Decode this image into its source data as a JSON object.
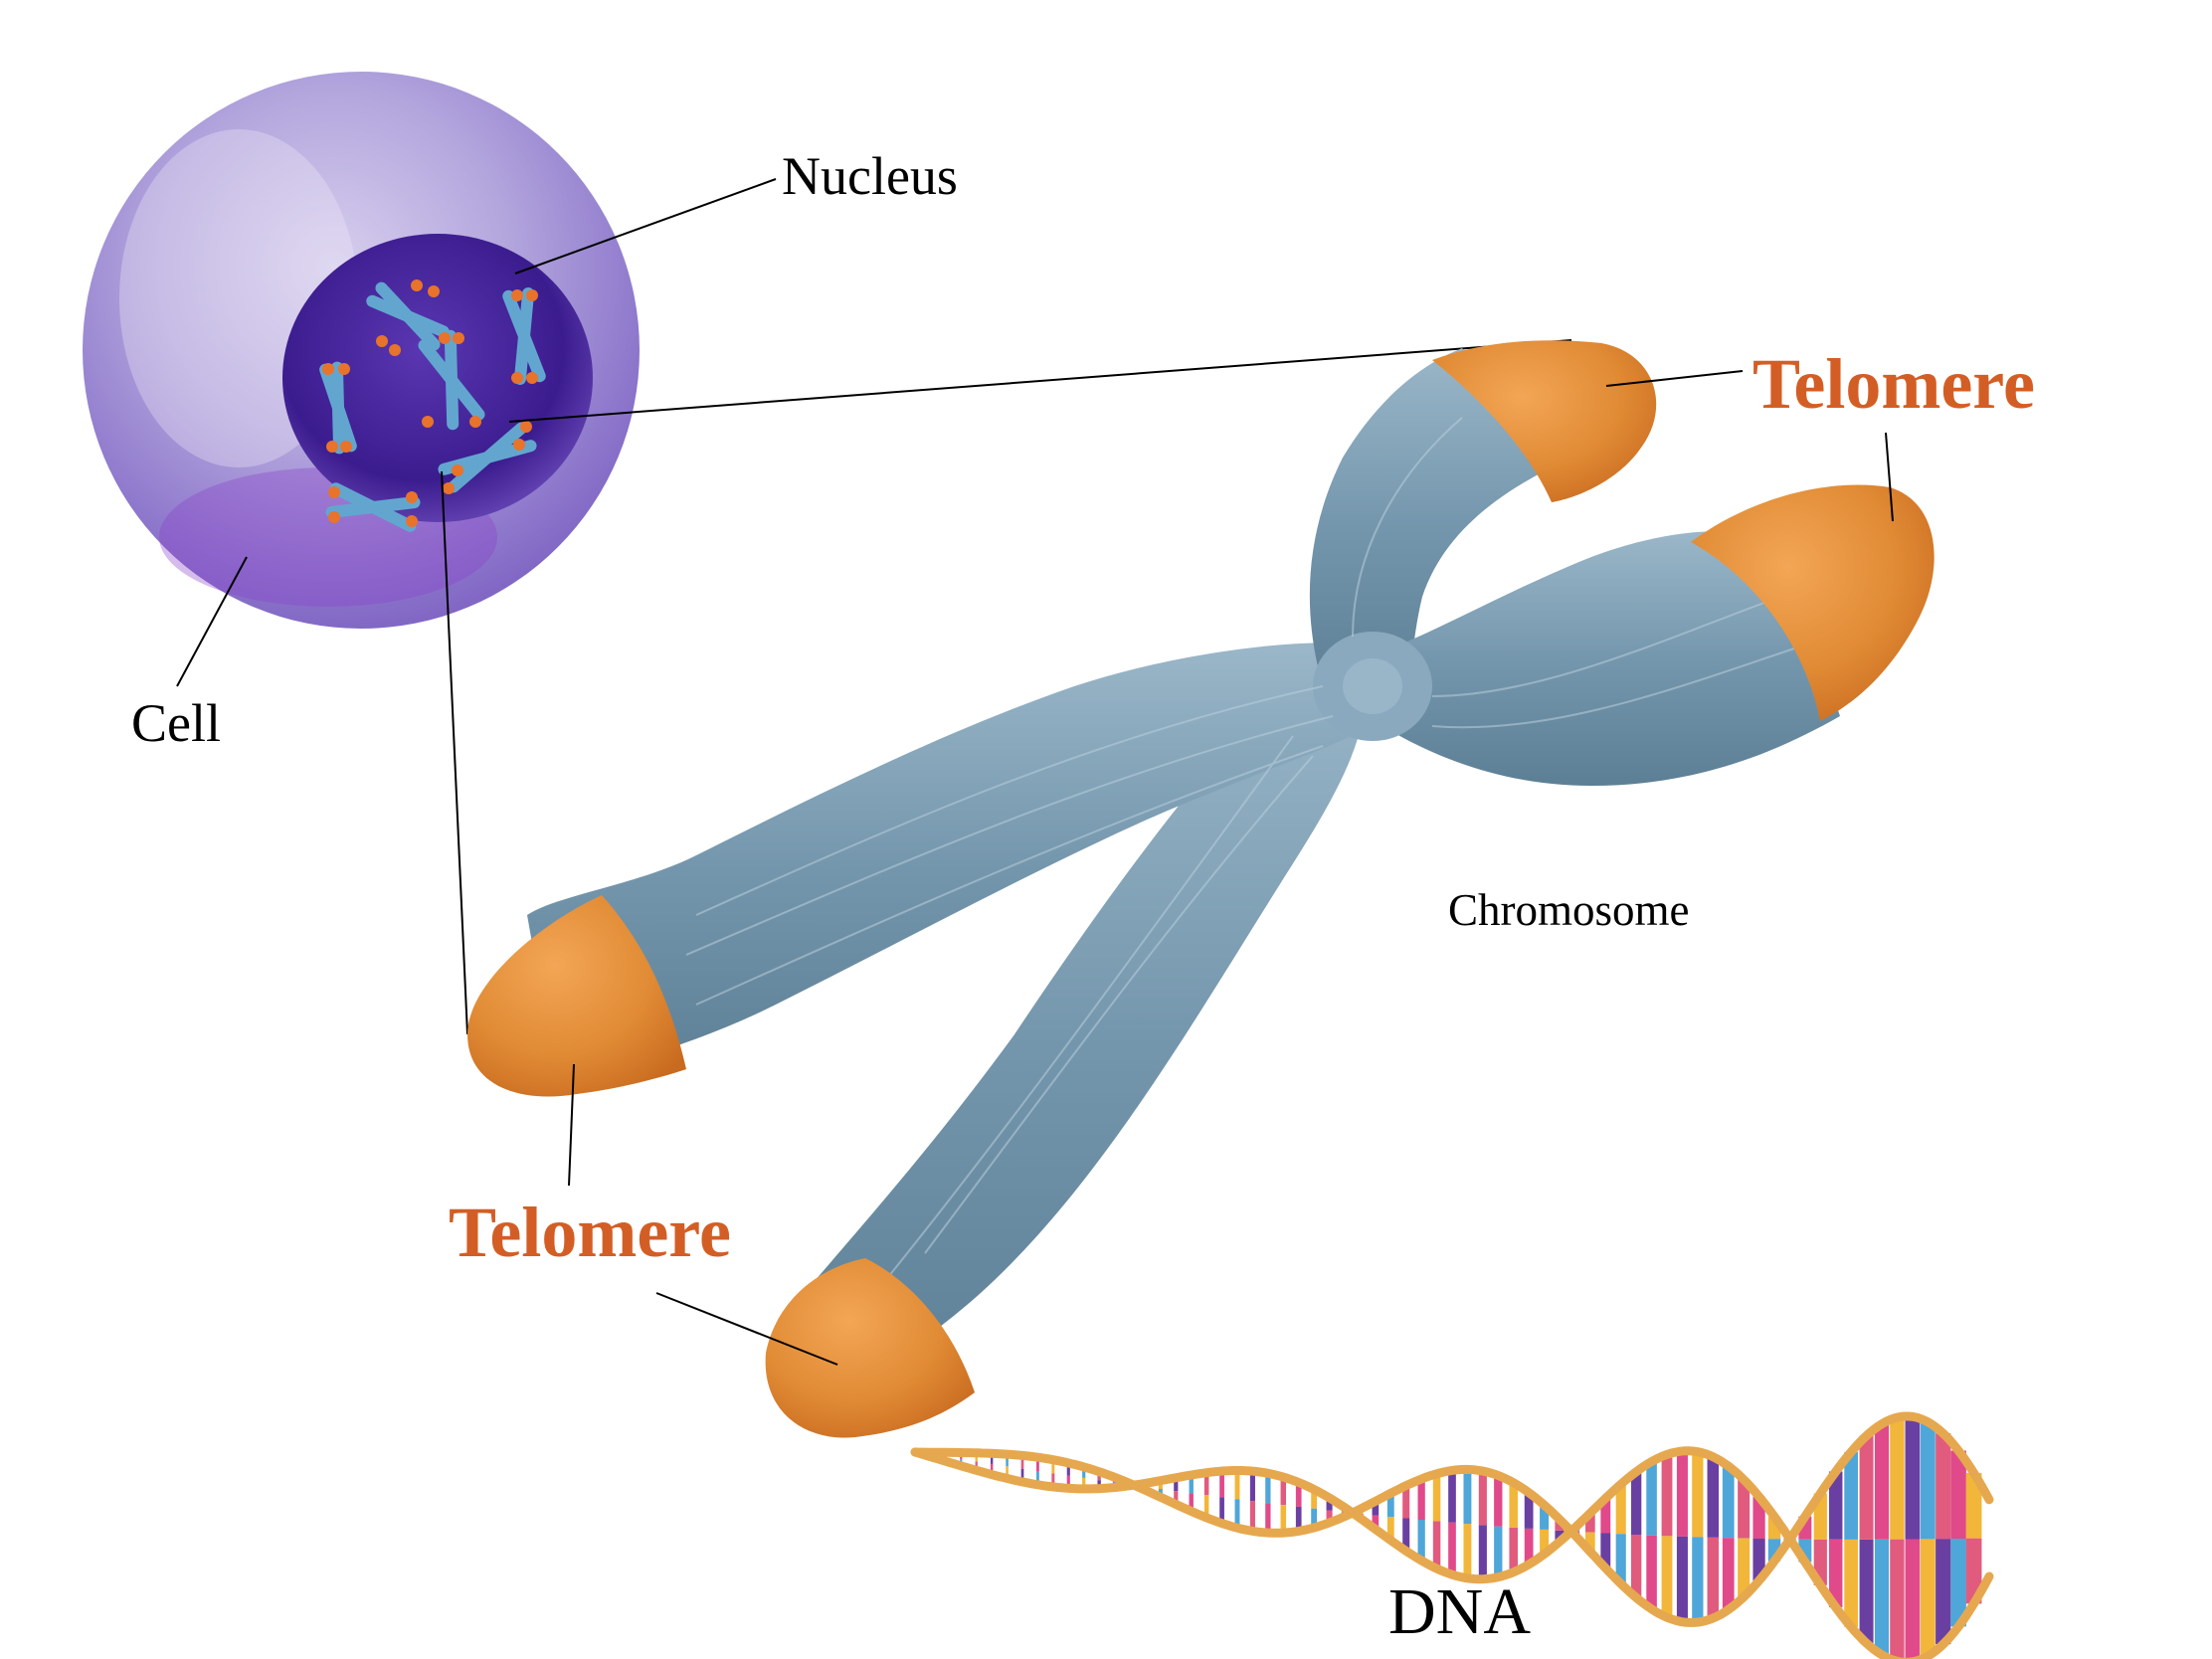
{
  "labels": {
    "nucleus": "Nucleus",
    "cell": "Cell",
    "chromosome": "Chromosome",
    "telomere_right": "Telomere",
    "telomere_left": "Telomere",
    "dna": "DNA"
  },
  "colors": {
    "telomere_label": "#d35e25",
    "telomere_cap": "#e08a34",
    "chromatid": "#7597ad",
    "cell_membrane": "#a99bd7",
    "nucleus": "#4a23a0",
    "dna_backbone": "#e6a84e",
    "dna_bases": [
      "#e04a8a",
      "#f2b63a",
      "#6a3fa2",
      "#4fa6d8",
      "#e15b7e"
    ]
  },
  "icons": {
    "cell": "cell-illustration",
    "chromosome": "chromosome-illustration",
    "dna": "dna-double-helix"
  }
}
